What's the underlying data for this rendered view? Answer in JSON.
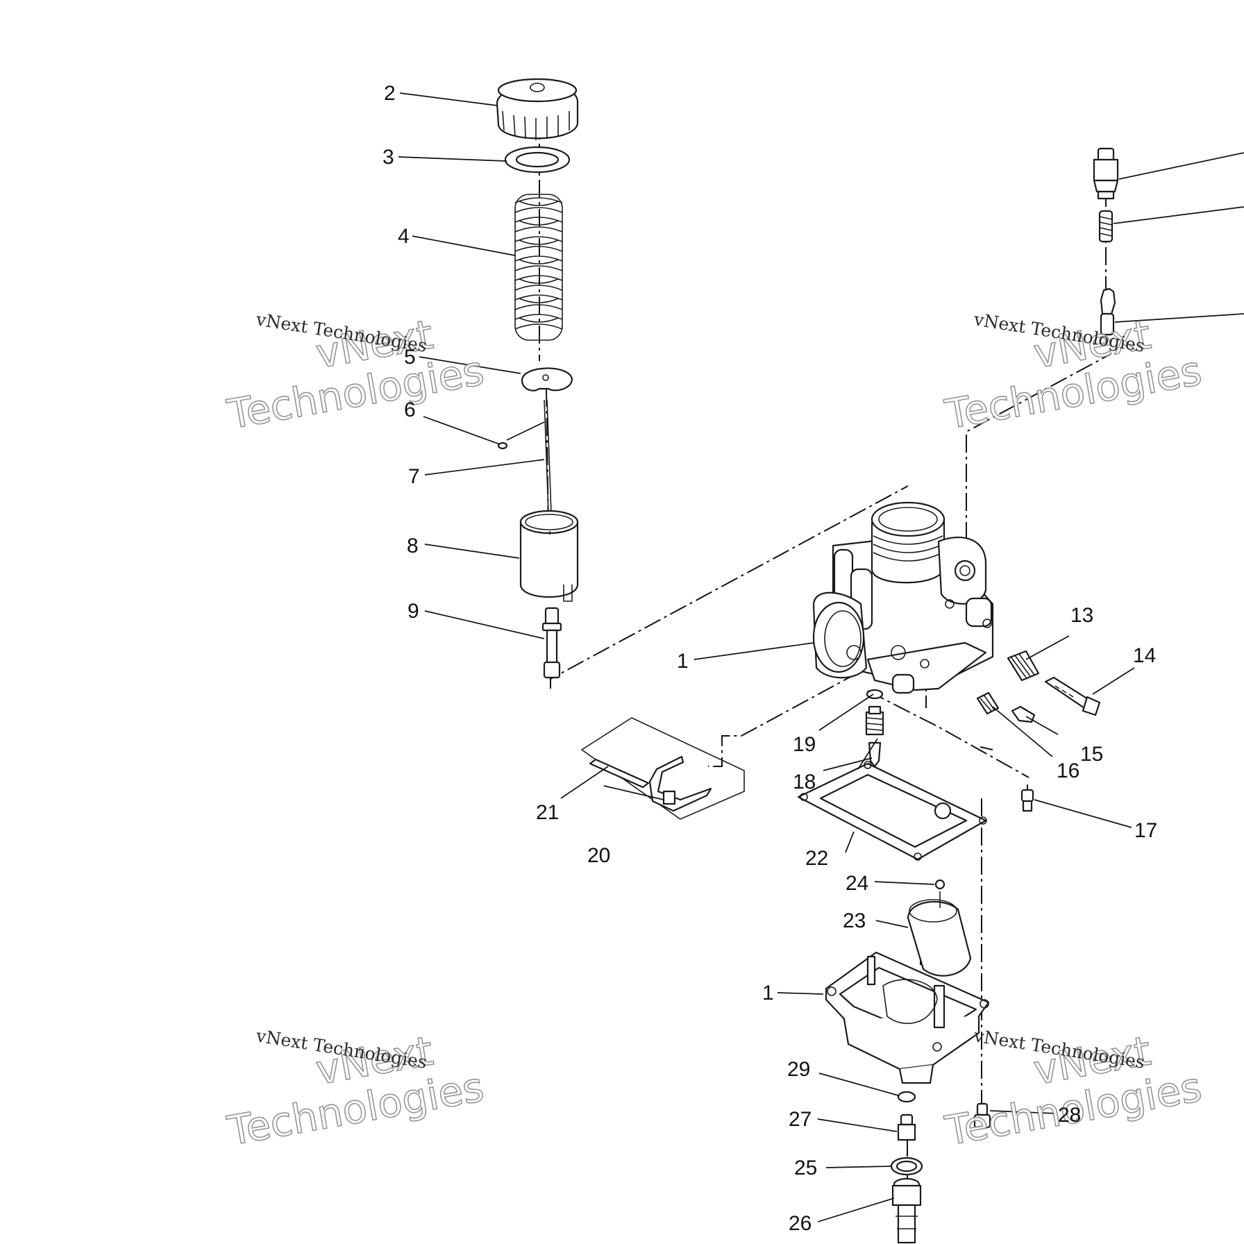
{
  "callouts": [
    {
      "id": "2",
      "label": "2"
    },
    {
      "id": "3",
      "label": "3"
    },
    {
      "id": "4",
      "label": "4"
    },
    {
      "id": "5",
      "label": "5"
    },
    {
      "id": "6",
      "label": "6"
    },
    {
      "id": "7",
      "label": "7"
    },
    {
      "id": "8",
      "label": "8"
    },
    {
      "id": "9",
      "label": "9"
    },
    {
      "id": "1a",
      "label": "1"
    },
    {
      "id": "13",
      "label": "13"
    },
    {
      "id": "14",
      "label": "14"
    },
    {
      "id": "15",
      "label": "15"
    },
    {
      "id": "16",
      "label": "16"
    },
    {
      "id": "17",
      "label": "17"
    },
    {
      "id": "18",
      "label": "18"
    },
    {
      "id": "19",
      "label": "19"
    },
    {
      "id": "20",
      "label": "20"
    },
    {
      "id": "21",
      "label": "21"
    },
    {
      "id": "22",
      "label": "22"
    },
    {
      "id": "23",
      "label": "23"
    },
    {
      "id": "24",
      "label": "24"
    },
    {
      "id": "1b",
      "label": "1"
    },
    {
      "id": "29",
      "label": "29"
    },
    {
      "id": "27",
      "label": "27"
    },
    {
      "id": "25",
      "label": "25"
    },
    {
      "id": "26",
      "label": "26"
    },
    {
      "id": "28",
      "label": "28"
    }
  ],
  "watermarks": [
    {
      "big_line1": "vNext",
      "big_line2": "Technologies",
      "small": "vNext Technologies"
    },
    {
      "big_line1": "vNext",
      "big_line2": "Technologies",
      "small": "vNext Technologies"
    },
    {
      "big_line1": "vNext",
      "big_line2": "Technologies",
      "small": "vNext Technologies"
    },
    {
      "big_line1": "vNext",
      "big_line2": "Technologies",
      "small": "vNext Technologies"
    }
  ]
}
